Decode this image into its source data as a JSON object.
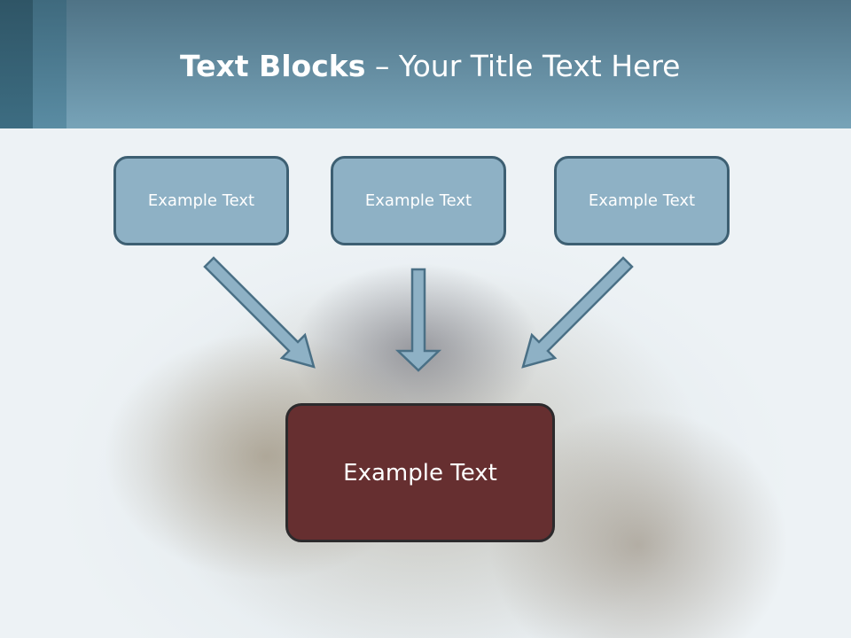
{
  "slide": {
    "title_bold": "Text Blocks",
    "title_rest": " – Your Title Text Here",
    "boxes": [
      {
        "label": "Example Text"
      },
      {
        "label": "Example Text"
      },
      {
        "label": "Example Text"
      }
    ],
    "main_box": {
      "label": "Example Text"
    }
  },
  "colors": {
    "header": "#5f889c",
    "box_fill": "#8eb1c5",
    "box_border": "#3d5f72",
    "main_fill": "#662f30"
  }
}
